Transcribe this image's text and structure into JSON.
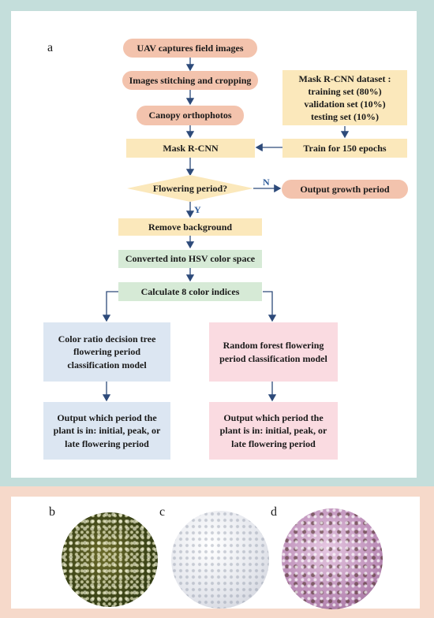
{
  "panel_labels": {
    "a": "a",
    "b": "b",
    "c": "c",
    "d": "d"
  },
  "flow": {
    "uav": "UAV captures field images",
    "stitching": "Images stitching and cropping",
    "canopy": "Canopy orthophotos",
    "maskrcnn": "Mask R-CNN",
    "flowering": "Flowering period?",
    "output_growth": "Output growth period",
    "remove_bg": "Remove background",
    "hsv": "Converted into HSV color space",
    "indices": "Calculate 8 color indices",
    "decision_tree": "Color ratio decision tree flowering period classification model",
    "random_forest": "Random forest flowering period classification model",
    "output_left": "Output which period the plant is in: initial, peak, or late flowering period",
    "output_right": "Output which period the plant is in: initial, peak, or late flowering period",
    "train": "Train for 150 epochs",
    "yes": "Y",
    "no": "N"
  },
  "dataset": {
    "title": "Mask R-CNN dataset :",
    "training": "training set (80%)",
    "validation": "validation set (10%)",
    "testing": "testing set (10%)"
  },
  "colors": {
    "border_top": "#c4dedb",
    "border_bottom": "#f6d9ca",
    "pill": "#f3c3ad",
    "yellow": "#fbe8bb",
    "green": "#d6ead6",
    "blue": "#dce6f2",
    "pink": "#fadbe1",
    "arrow": "#2d4a7a"
  }
}
